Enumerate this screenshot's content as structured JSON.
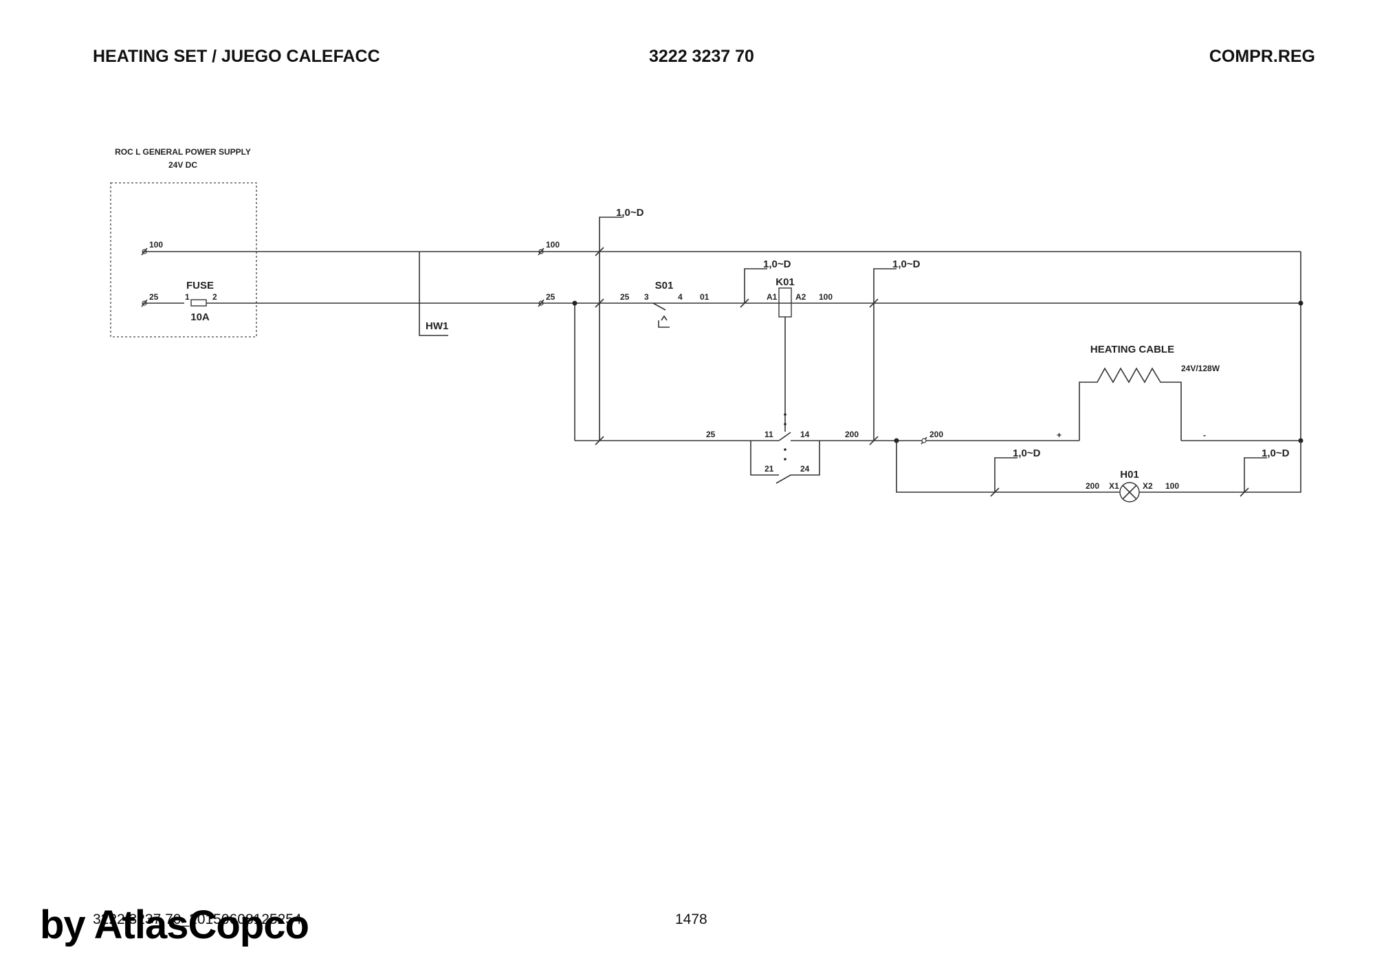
{
  "header": {
    "left": "HEATING SET / JUEGO CALEFACC",
    "center": "3222 3237 70",
    "right": "COMPR.REG"
  },
  "footer": {
    "doc_id": "3222 3237 70_20150608125254",
    "page": "1478",
    "brand": "by AtlasCopco"
  },
  "diagram": {
    "supply_title": "ROC L GENERAL POWER SUPPLY",
    "supply_voltage": "24V DC",
    "fuse_label": "FUSE",
    "fuse_rating": "10A",
    "fuse_pin1": "1",
    "fuse_pin2": "2",
    "wire_100": "100",
    "wire_25": "25",
    "wire_01": "01",
    "wire_200": "200",
    "harness": "HW1",
    "cable_spec": "1,0~D",
    "switch": "S01",
    "switch_pin3": "3",
    "switch_pin4": "4",
    "relay": "K01",
    "relay_a1": "A1",
    "relay_a2": "A2",
    "contact_11": "11",
    "contact_14": "14",
    "contact_21": "21",
    "contact_24": "24",
    "heating_cable": "HEATING CABLE",
    "heating_spec": "24V/128W",
    "plus": "+",
    "minus": "-",
    "lamp": "H01",
    "lamp_x1": "X1",
    "lamp_x2": "X2"
  }
}
